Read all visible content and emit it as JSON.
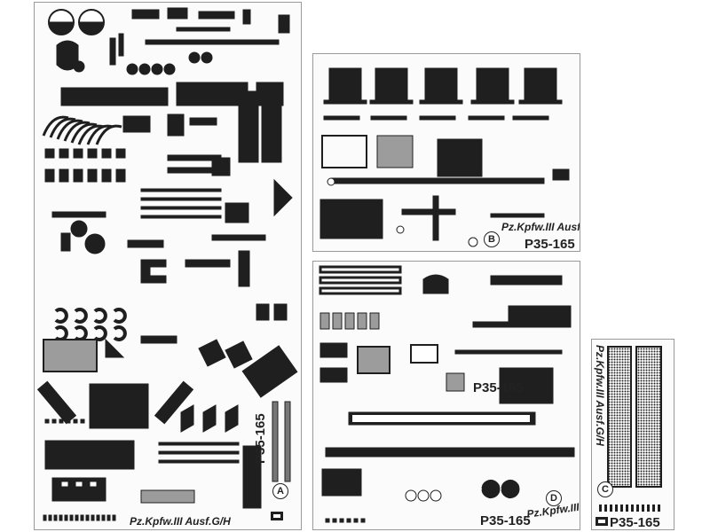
{
  "frets": {
    "A": {
      "letter": "A",
      "code": "P35-165",
      "model": "Pz.Kpfw.III Ausf.G/H"
    },
    "B": {
      "letter": "B",
      "code": "P35-165",
      "model": "Pz.Kpfw.III Ausf.G/H"
    },
    "D": {
      "letter": "D",
      "code": "P35-165",
      "model": "Pz.Kpfw.III Ausf.G/H"
    },
    "C": {
      "letter": "C",
      "code": "P35-165",
      "model": "Pz.Kpfw.III Ausf.G/H"
    }
  },
  "colors": {
    "metal": "#1f1f1f",
    "fret_bg": "#fbfbfb",
    "border": "#9a9a9a"
  }
}
